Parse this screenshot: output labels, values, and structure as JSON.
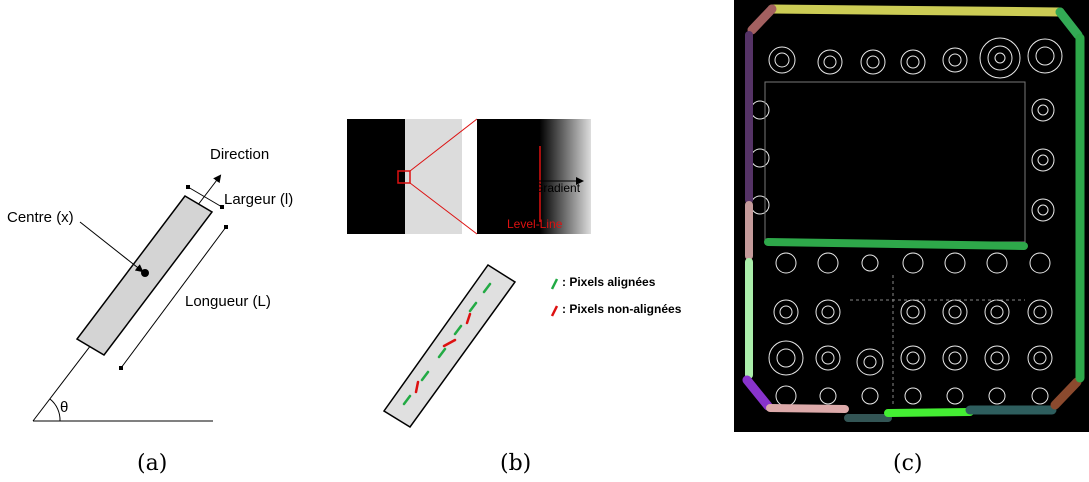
{
  "panel_a": {
    "direction": "Direction",
    "largeur": "Largeur (l)",
    "centre": "Centre (x)",
    "longueur": "Longueur (L)",
    "theta": "θ",
    "caption": "(a)"
  },
  "panel_b": {
    "gradient": "Gradient",
    "level_line": "Level-Line",
    "legend_aligned": ": Pixels alignées",
    "legend_non_aligned": ": Pixels non-alignées",
    "caption": "(b)",
    "colors": {
      "aligned": "#22aa44",
      "non_aligned": "#dd1111",
      "zoom": "#dd1111"
    }
  },
  "panel_c": {
    "caption": "(c)",
    "segment_colors": [
      "#cccc55",
      "#2ea84a",
      "#553366",
      "#a36060",
      "#c49a9a",
      "#aaeeaa",
      "#8833cc",
      "#ddaaaa",
      "#335555",
      "#44ee33",
      "#2e5e5e",
      "#8b4a2e",
      "#33aa55"
    ]
  }
}
